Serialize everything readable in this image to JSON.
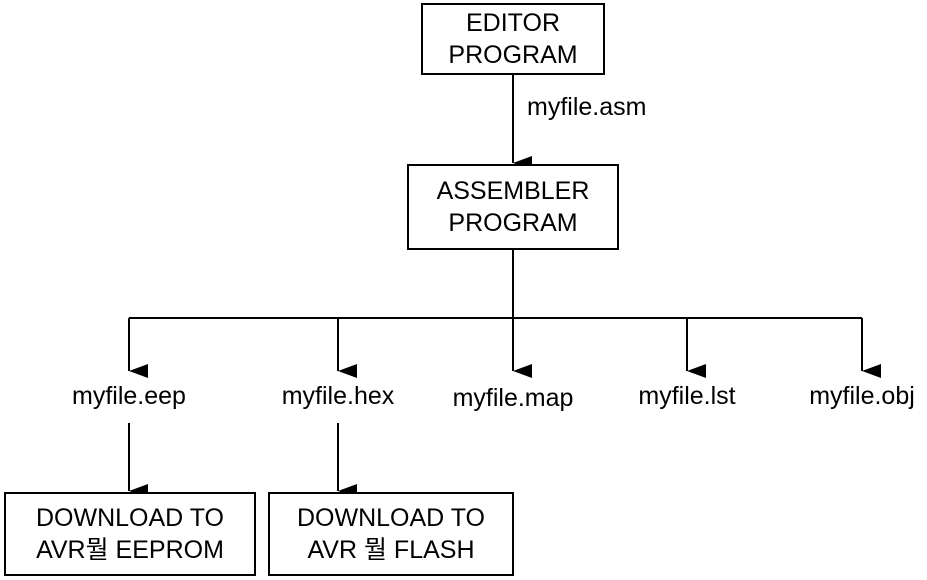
{
  "nodes": {
    "editor": {
      "line1": "EDITOR",
      "line2": "PROGRAM"
    },
    "assembler": {
      "line1": "ASSEMBLER",
      "line2": "PROGRAM"
    },
    "download_eeprom": {
      "line1": "DOWNLOAD TO",
      "line2": "AVR뭘 EEPROM"
    },
    "download_flash": {
      "line1": "DOWNLOAD TO",
      "line2": "AVR 뭘 FLASH"
    }
  },
  "edge_labels": {
    "source_file": "myfile.asm"
  },
  "outputs": {
    "eep": "myfile.eep",
    "hex": "myfile.hex",
    "map": "myfile.map",
    "lst": "myfile.lst",
    "obj": "myfile.obj"
  },
  "colors": {
    "stroke": "#000000",
    "background": "#ffffff"
  }
}
